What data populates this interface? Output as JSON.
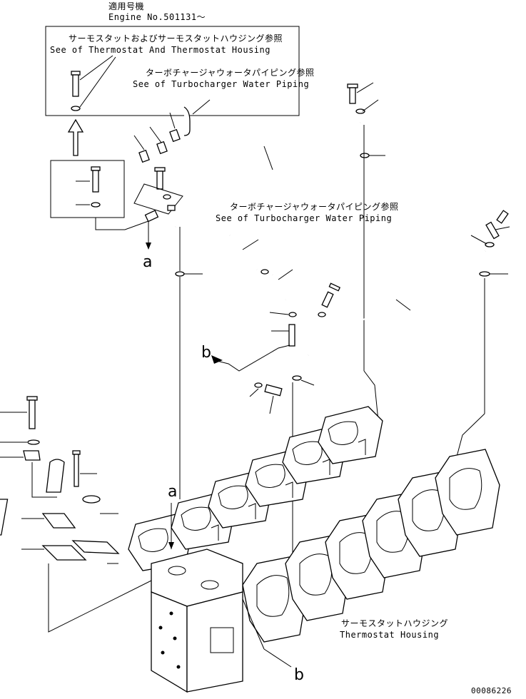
{
  "applicability": {
    "title_jp": "適用号機",
    "engine_no": "Engine No.501131～"
  },
  "references": {
    "thermostat_jp": "サーモスタットおよびサーモスタットハウジング参照",
    "thermostat_en": "See of Thermostat And Thermostat Housing",
    "turbo1_jp": "ターボチャージャウォータパイピング参照",
    "turbo1_en": "See of Turbocharger Water Piping",
    "turbo2_jp": "ターボチャージャウォータパイピング参照",
    "turbo2_en": "See of Turbocharger Water Piping"
  },
  "housing": {
    "jp": "サーモスタットハウジング",
    "en": "Thermostat Housing"
  },
  "callouts": {
    "a_top": "a",
    "b_mid": "b",
    "a_low": "a",
    "b_bottom": "b"
  },
  "drawing_number": "00086226"
}
